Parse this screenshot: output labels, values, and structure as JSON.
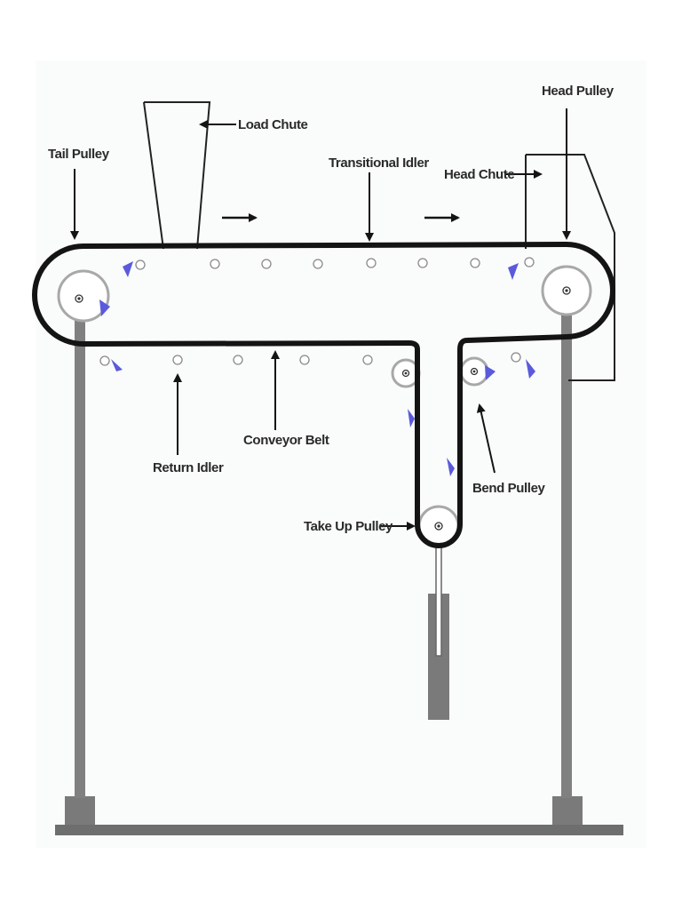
{
  "diagram": {
    "labels": {
      "head_pulley": "Head Pulley",
      "load_chute": "Load Chute",
      "tail_pulley": "Tail Pulley",
      "transitional_idler": "Transitional Idler",
      "head_chute": "Head Chute",
      "return_idler": "Return Idler",
      "conveyor_belt": "Conveyor Belt",
      "bend_pulley": "Bend Pulley",
      "take_up_pulley": "Take Up Pulley"
    },
    "colors": {
      "background": "#fafbfb",
      "belt": "#141414",
      "frame": "#7e7e7e",
      "pulley": "#a8a8a8",
      "direction_marker": "#5a5adc",
      "text": "#2a2a2a"
    }
  }
}
